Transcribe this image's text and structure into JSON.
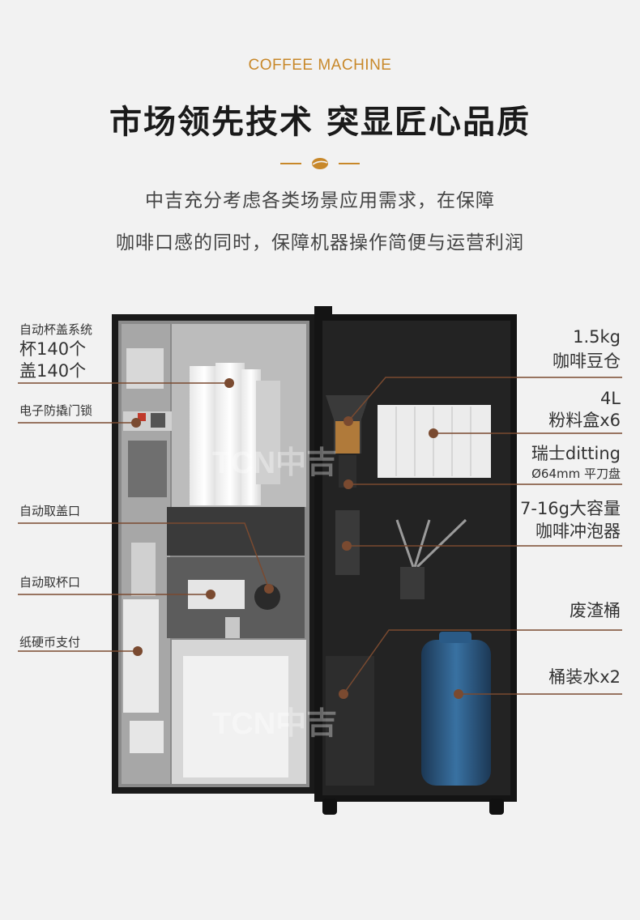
{
  "header": {
    "eyebrow": "COFFEE MACHINE",
    "headline": "市场领先技术  突显匠心品质",
    "subtitle_line1": "中吉充分考虑各类场景应用需求，在保障",
    "subtitle_line2": "咖啡口感的同时，保障机器操作简便与运营利润"
  },
  "accent_color": "#c8882a",
  "callout_color": "#7a4a30",
  "watermark": "TCN中吉",
  "left_callouts": {
    "lid_system_title": "自动杯盖系统",
    "lid_system_cups": "杯140个",
    "lid_system_lids": "盖140个",
    "anti_tamper_lock": "电子防撬门锁",
    "lid_pickup": "自动取盖口",
    "cup_pickup": "自动取杯口",
    "payment": "纸硬币支付"
  },
  "right_callouts": {
    "bean_hopper_capacity": "1.5kg",
    "bean_hopper_name": "咖啡豆仓",
    "powder_capacity": "4L",
    "powder_name": "粉料盒x6",
    "grinder_name": "瑞士ditting",
    "grinder_spec": "Ø64mm 平刀盘",
    "brewer_capacity": "7-16g大容量",
    "brewer_name": "咖啡冲泡器",
    "waste_bin": "废渣桶",
    "water_bottles": "桶装水x2"
  }
}
